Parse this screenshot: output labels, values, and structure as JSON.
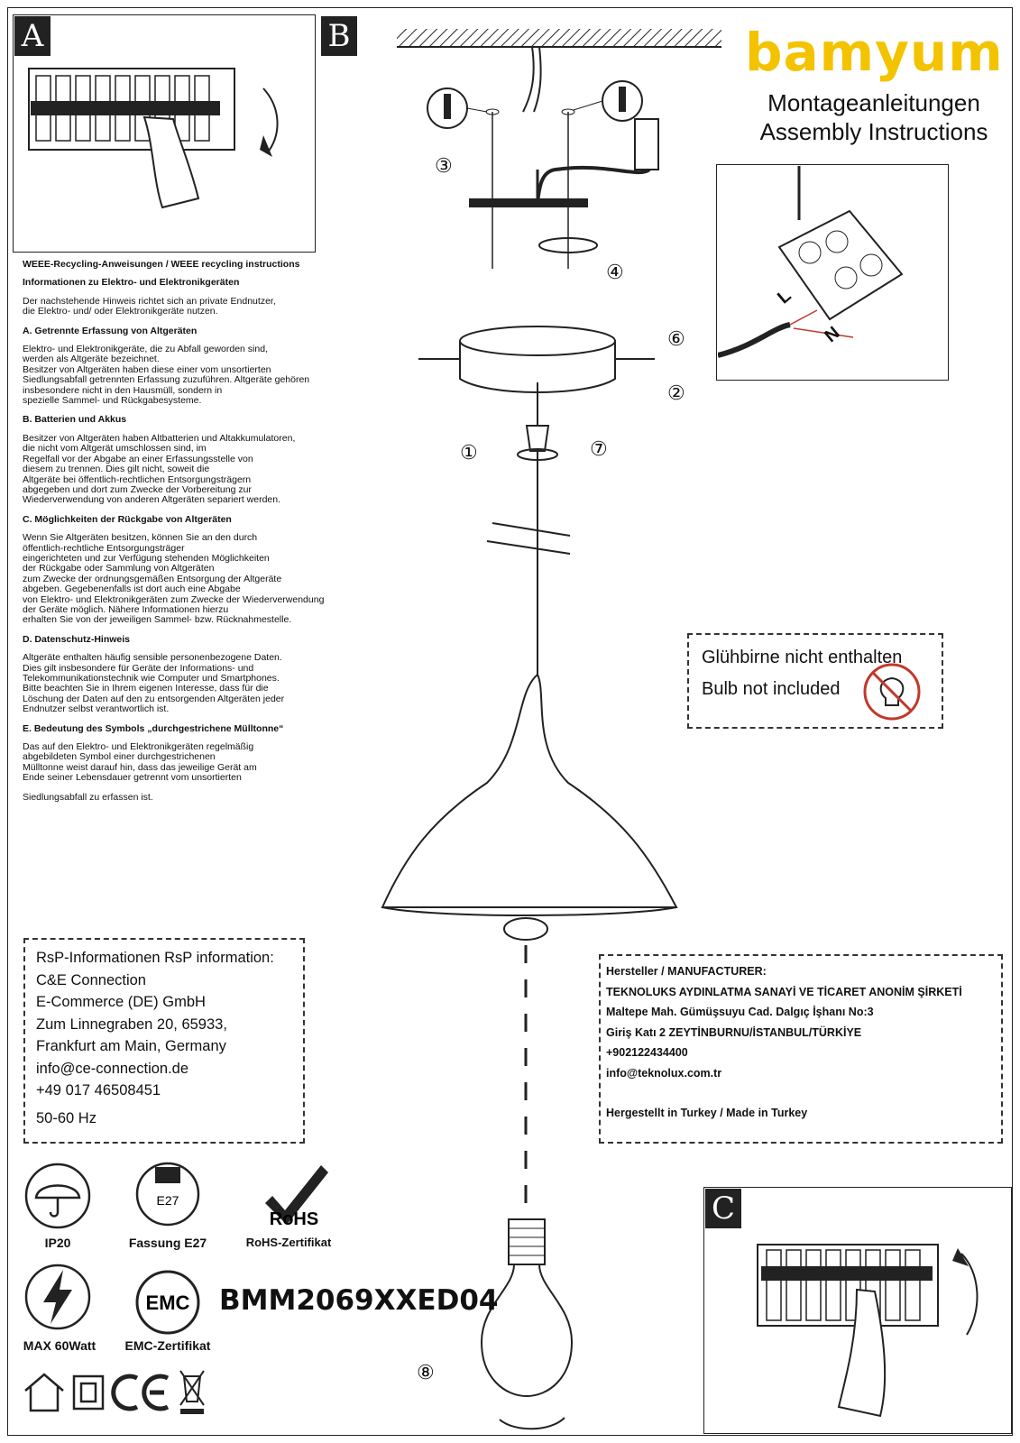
{
  "brand": {
    "name": "bamyum",
    "color": "#f3c300",
    "subtitle_de": "Montageanleitungen",
    "subtitle_en": "Assembly Instructions"
  },
  "panels": {
    "a": "A",
    "b": "B",
    "c": "C"
  },
  "weee": {
    "title": "WEEE-Recycling-Anweisungen / WEEE recycling instructions",
    "subtitle": "Informationen zu Elektro- und Elektronikgeräten",
    "intro": "Der nachstehende Hinweis richtet sich an private Endnutzer,\n die Elektro- und/ oder Elektronikgeräte nutzen.",
    "sections": [
      {
        "heading": "A. Getrennte Erfassung von Altgeräten",
        "body": "Elektro- und Elektronikgeräte, die zu Abfall geworden sind,\n werden als Altgeräte bezeichnet.\nBesitzer von Altgeräten haben diese einer vom unsortierten\nSiedlungsabfall getrennten Erfassung zuzuführen. Altgeräte gehören\ninsbesondere nicht in den Hausmüll, sondern in\nspezielle Sammel- und Rückgabesysteme."
      },
      {
        "heading": "B. Batterien und Akkus",
        "body": "Besitzer von Altgeräten haben Altbatterien und Altakkumulatoren,\n die nicht vom Altgerät umschlossen sind, im\nRegelfall vor der Abgabe an einer Erfassungsstelle von\ndiesem zu trennen. Dies gilt nicht, soweit die\nAltgeräte bei öffentlich-rechtlichen Entsorgungsträgern\nabgegeben und dort zum Zwecke der Vorbereitung zur\nWiederverwendung von anderen Altgeräten separiert werden."
      },
      {
        "heading": "C. Möglichkeiten der Rückgabe von Altgeräten",
        "body": "Wenn Sie Altgeräten besitzen, können Sie an den durch\nöffentlich-rechtliche Entsorgungsträger\neingerichteten und zur Verfügung stehenden Möglichkeiten\nder Rückgabe oder Sammlung von Altgeräten\n zum Zwecke der ordnungsgemäßen Entsorgung der Altgeräte\nabgeben. Gegebenenfalls ist dort auch eine Abgabe\n von Elektro- und Elektronikgeräten zum Zwecke der Wiederverwendung\nder Geräte möglich. Nähere Informationen hierzu\nerhalten Sie von der jeweiligen Sammel- bzw. Rücknahmestelle."
      },
      {
        "heading": "D. Datenschutz-Hinweis",
        "body": "Altgeräte enthalten häufig sensible personenbezogene Daten.\nDies gilt insbesondere für Geräte der Informations- und\nTelekommunikationstechnik wie Computer und Smartphones.\n Bitte beachten Sie in Ihrem eigenen Interesse, dass für die\nLöschung der Daten auf den zu entsorgenden Altgeräten jeder\nEndnutzer selbst verantwortlich ist."
      },
      {
        "heading": "E. Bedeutung des Symbols „durchgestrichene Mülltonne“",
        "body": "Das auf den Elektro- und Elektronikgeräten regelmäßig\n abgebildeten Symbol einer durchgestrichenen\nMülltonne weist darauf hin, dass das jeweilige Gerät am\nEnde seiner Lebensdauer getrennt vom unsortierten"
      }
    ],
    "footer": "Siedlungsabfall zu erfassen ist."
  },
  "bulb_note": {
    "de": "Glühbirne nicht enthalten",
    "en": "Bulb not included"
  },
  "rsp": {
    "title": "RsP-Informationen RsP information:",
    "lines": [
      "C&E Connection",
      "E-Commerce (DE) GmbH",
      "Zum Linnegraben 20, 65933,",
      "Frankfurt am Main, Germany",
      "info@ce-connection.de",
      "+49 017 46508451",
      "50-60 Hz"
    ]
  },
  "manufacturer": {
    "title": "Hersteller / MANUFACTURER:",
    "lines": [
      "TEKNOLUKS AYDINLATMA SANAYİ VE TİCARET ANONİM ŞİRKETİ",
      "Maltepe Mah. Gümüşsuyu Cad. Dalgıç İşhanı No:3",
      "Giriş Katı 2 ZEYTİNBURNU/İSTANBUL/TÜRKİYE",
      "+902122434400",
      "info@teknolux.com.tr",
      "",
      "Hergestellt in Turkey / Made in Turkey"
    ]
  },
  "icons": {
    "ip": "IP20",
    "socket_label": "E27",
    "socket": "Fassung E27",
    "rohs_logo": "RoHS",
    "rohs": "RoHS-Zertifikat",
    "max": "MAX 60Watt",
    "emc_logo": "EMC",
    "emc": "EMC-Zertifikat"
  },
  "model": "BMM2069XXED04",
  "steps": [
    "①",
    "②",
    "③",
    "④",
    "⑥",
    "⑦",
    "⑧"
  ],
  "wiring": {
    "l": "L",
    "n": "N"
  }
}
